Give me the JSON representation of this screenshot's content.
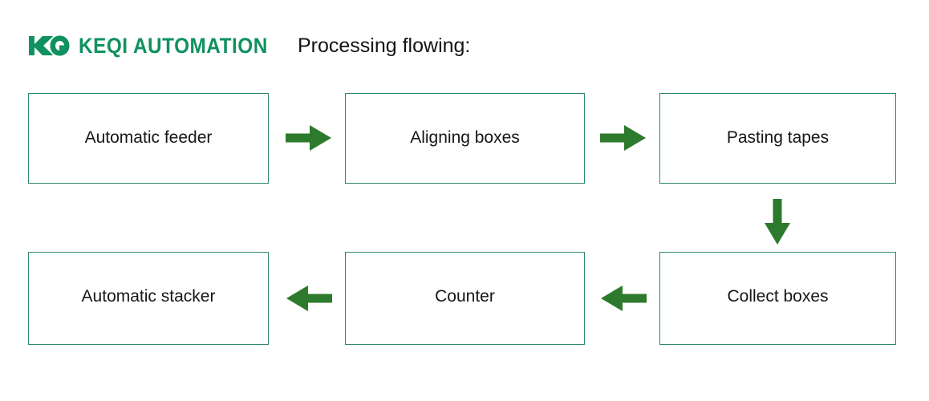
{
  "header": {
    "logo_icon": "kq-logo-icon",
    "brand": "KEQI AUTOMATION",
    "title": "Processing flowing:"
  },
  "colors": {
    "brand_green": "#0f9160",
    "box_border": "#2d8a6c",
    "arrow_green": "#2d7a2d",
    "text_dark": "#161616",
    "background": "#ffffff"
  },
  "flowchart": {
    "type": "process-flow",
    "nodes": [
      {
        "id": "n1",
        "label": "Automatic feeder",
        "row": 1,
        "col": 1
      },
      {
        "id": "n2",
        "label": "Aligning boxes",
        "row": 1,
        "col": 2
      },
      {
        "id": "n3",
        "label": "Pasting tapes",
        "row": 1,
        "col": 3
      },
      {
        "id": "n4",
        "label": "Collect boxes",
        "row": 2,
        "col": 3
      },
      {
        "id": "n5",
        "label": "Counter",
        "row": 2,
        "col": 2
      },
      {
        "id": "n6",
        "label": "Automatic stacker",
        "row": 2,
        "col": 1
      }
    ],
    "connectors": [
      {
        "id": "c1",
        "from": "n1",
        "to": "n2",
        "direction": "right",
        "icon": "arrow-right-icon"
      },
      {
        "id": "c2",
        "from": "n2",
        "to": "n3",
        "direction": "right",
        "icon": "arrow-right-icon"
      },
      {
        "id": "c3",
        "from": "n3",
        "to": "n4",
        "direction": "down",
        "icon": "arrow-down-icon"
      },
      {
        "id": "c4",
        "from": "n4",
        "to": "n5",
        "direction": "left",
        "icon": "arrow-left-icon"
      },
      {
        "id": "c5",
        "from": "n5",
        "to": "n6",
        "direction": "left",
        "icon": "arrow-left-icon"
      }
    ]
  }
}
